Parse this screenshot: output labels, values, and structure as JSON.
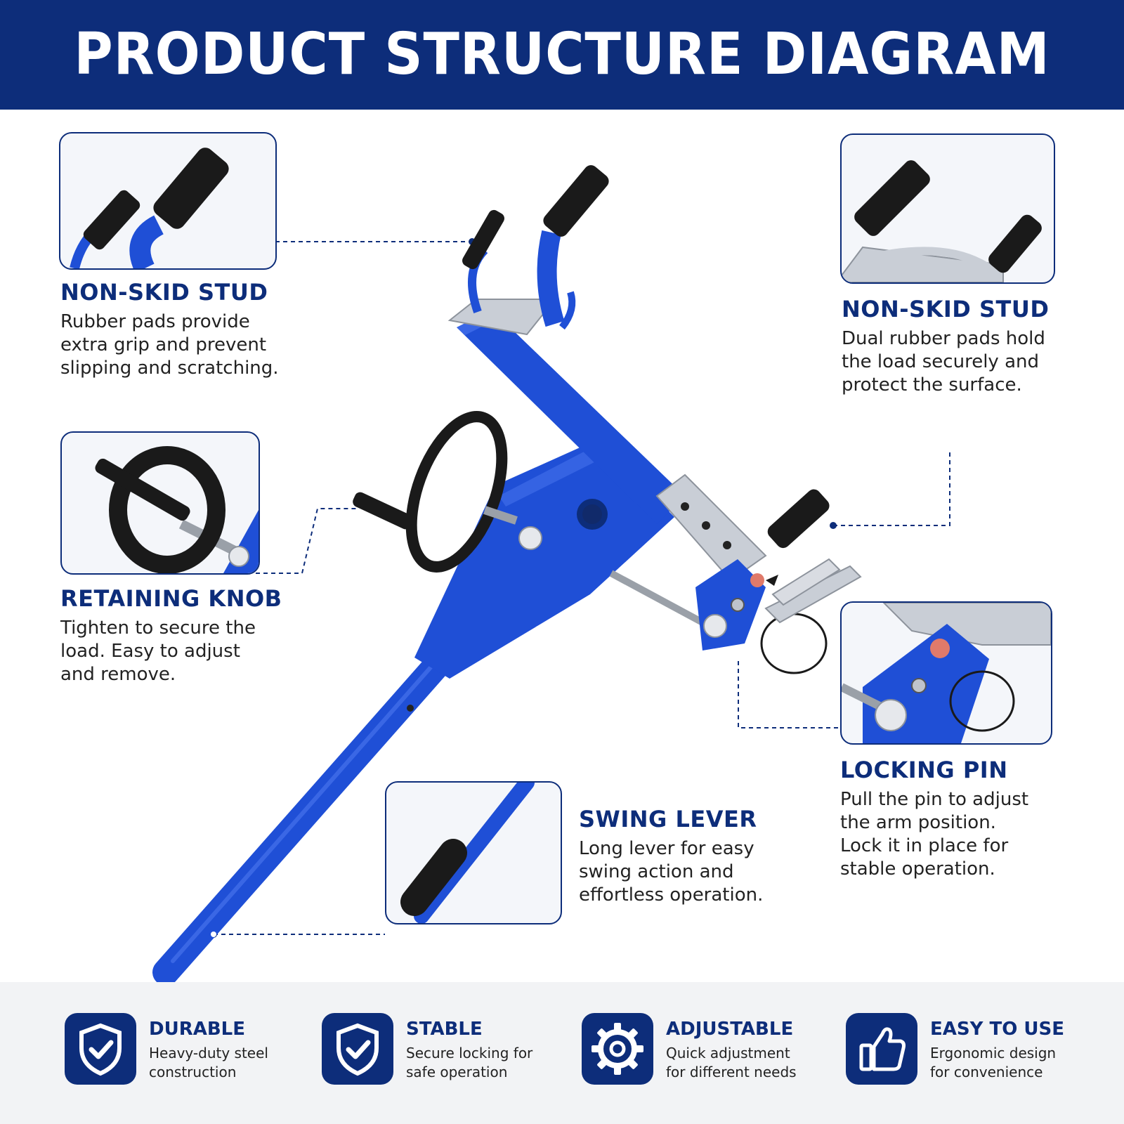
{
  "title": "PRODUCT STRUCTURE DIAGRAM",
  "colors": {
    "primary_navy": "#0d2d7a",
    "tool_blue": "#1f4fd6",
    "rubber_black": "#1a1a1a",
    "steel": "#c9ced6"
  },
  "features": [
    {
      "title": "NON-SKID STUD",
      "lines": [
        "Rubber pads provide",
        "extra grip and prevent",
        "slipping and scratching."
      ]
    },
    {
      "title": "RETAINING KNOB",
      "lines": [
        "Tighten to secure the",
        "load. Easy to adjust",
        "and remove."
      ]
    },
    {
      "title": "NON-SKID STUD",
      "lines": [
        "Dual rubber pads hold",
        "the load securely and",
        "protect the surface."
      ]
    },
    {
      "title": "LOCKING PIN",
      "lines": [
        "Pull the pin to adjust",
        "the arm position.",
        "Lock it in place for",
        "stable operation."
      ]
    },
    {
      "title": "SWING LEVER",
      "lines": [
        "Long lever for easy",
        "swing action and",
        "effortless operation."
      ]
    }
  ],
  "badges": [
    {
      "title": "DURABLE",
      "desc_lines": [
        "Heavy-duty steel",
        "construction"
      ],
      "icon": "shield-check-icon"
    },
    {
      "title": "STABLE",
      "desc_lines": [
        "Secure locking for",
        "safe operation"
      ],
      "icon": "shield-check-icon"
    },
    {
      "title": "ADJUSTABLE",
      "desc_lines": [
        "Quick adjustment",
        "for different needs"
      ],
      "icon": "gear-icon"
    },
    {
      "title": "EASY TO USE",
      "desc_lines": [
        "Ergonomic design",
        "for convenience"
      ],
      "icon": "thumbs-up-icon"
    }
  ]
}
